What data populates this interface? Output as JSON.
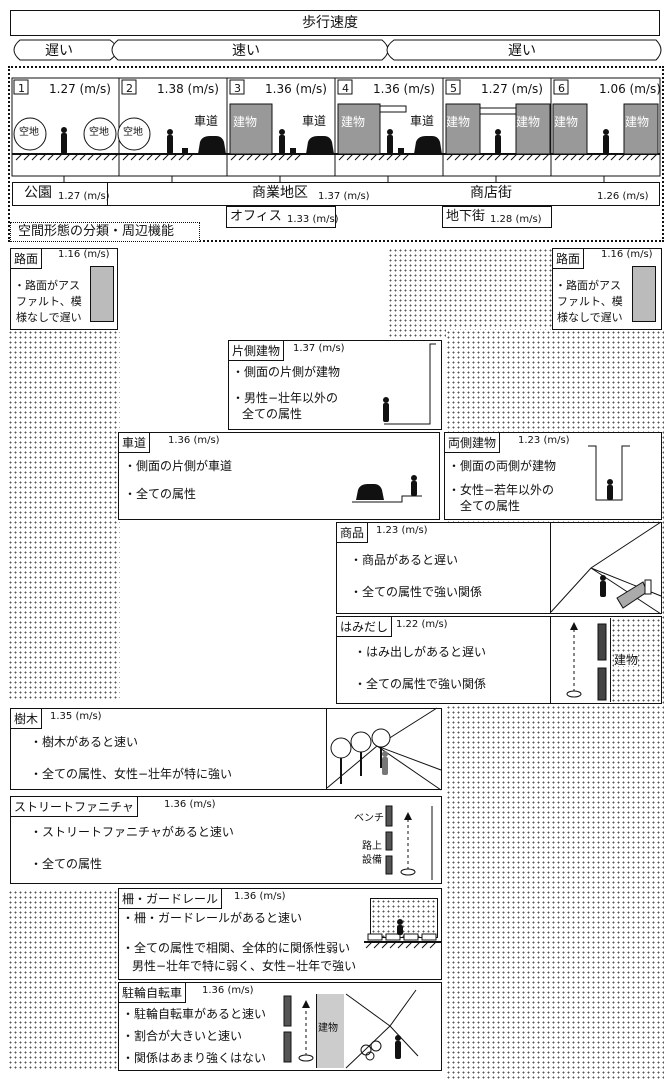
{
  "header": {
    "title": "歩行速度",
    "bands": [
      "遅い",
      "速い",
      "遅い"
    ]
  },
  "panels": [
    {
      "num": "1",
      "speed": "1.27 (m/s)",
      "labels": [
        "空地",
        "空地"
      ]
    },
    {
      "num": "2",
      "speed": "1.38 (m/s)",
      "labels": [
        "空地",
        "車道"
      ]
    },
    {
      "num": "3",
      "speed": "1.36 (m/s)",
      "labels": [
        "建物",
        "車道"
      ]
    },
    {
      "num": "4",
      "speed": "1.36 (m/s)",
      "labels": [
        "建物",
        "車道"
      ]
    },
    {
      "num": "5",
      "speed": "1.27 (m/s)",
      "labels": [
        "建物",
        "建物"
      ]
    },
    {
      "num": "6",
      "speed": "1.06 (m/s)",
      "labels": [
        "建物",
        "建物"
      ]
    }
  ],
  "areas": {
    "park": "公園",
    "park_speed": "1.27 (m/s)",
    "business": "商業地区",
    "business_speed": "1.37 (m/s)",
    "shopping": "商店街",
    "shopping_speed": "1.26 (m/s)",
    "office": "オフィス",
    "office_speed": "1.33 (m/s)",
    "underground": "地下街",
    "underground_speed": "1.28 (m/s)"
  },
  "legend_label": "空間形態の分類・周辺機能",
  "factors": {
    "road_left": {
      "title": "路面",
      "speed": "1.16 (m/s)",
      "lines": [
        "・路面がアス",
        "ファルト、模",
        "様なしで遅い"
      ]
    },
    "road_right": {
      "title": "路面",
      "speed": "1.16 (m/s)",
      "lines": [
        "・路面がアス",
        "ファルト、模",
        "様なしで遅い"
      ]
    },
    "one_side": {
      "title": "片側建物",
      "speed": "1.37 (m/s)",
      "lines": [
        "・側面の片側が建物",
        "・男性−壮年以外の",
        "全ての属性"
      ]
    },
    "roadway": {
      "title": "車道",
      "speed": "1.36 (m/s)",
      "lines": [
        "・側面の片側が車道",
        "・全ての属性"
      ]
    },
    "both_sides": {
      "title": "両側建物",
      "speed": "1.23 (m/s)",
      "lines": [
        "・側面の両側が建物",
        "・女性−若年以外の",
        "全ての属性"
      ]
    },
    "goods": {
      "title": "商品",
      "speed": "1.23 (m/s)",
      "lines": [
        "・商品があると遅い",
        "・全ての属性で強い関係"
      ]
    },
    "overflow": {
      "title": "はみだし",
      "speed": "1.22 (m/s)",
      "lines": [
        "・はみ出しがあると遅い",
        "・全ての属性で強い関係"
      ],
      "building": "建物"
    },
    "trees": {
      "title": "樹木",
      "speed": "1.35 (m/s)",
      "lines": [
        "・樹木があると速い",
        "・全ての属性、女性−壮年が特に強い"
      ]
    },
    "furniture": {
      "title": "ストリートファニチャ",
      "speed": "1.36 (m/s)",
      "lines": [
        "・ストリートファニチャがあると速い",
        "・全ての属性"
      ],
      "bench": "ベンチ",
      "facility1": "路上",
      "facility2": "設備"
    },
    "fence": {
      "title": "柵・ガードレール",
      "speed": "1.36 (m/s)",
      "lines": [
        "・柵・ガードレールがあると速い",
        "・全ての属性で相関、全体的に関係性弱い",
        "男性−壮年で特に弱く、女性−壮年で強い"
      ]
    },
    "bicycle": {
      "title": "駐輪自転車",
      "speed": "1.36 (m/s)",
      "lines": [
        "・駐輪自転車があると速い",
        "・割合が大きいと速い",
        "・関係はあまり強くはない"
      ],
      "building": "建物"
    }
  }
}
